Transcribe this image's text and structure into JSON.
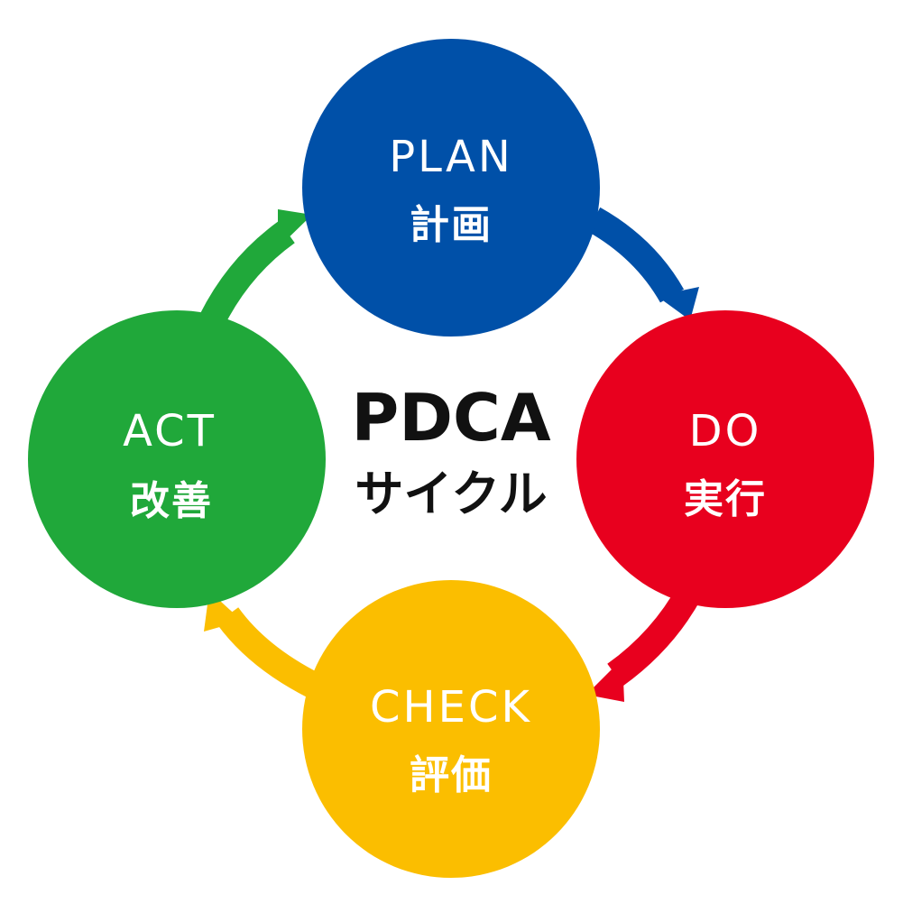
{
  "center": {
    "title": "PDCA",
    "subtitle": "サイクル"
  },
  "stages": {
    "plan": {
      "en": "PLAN",
      "jp": "計画",
      "color": "#0050A8"
    },
    "do": {
      "en": "DO",
      "jp": "実行",
      "color": "#E8001E"
    },
    "check": {
      "en": "CHECK",
      "jp": "評価",
      "color": "#FBBE00"
    },
    "act": {
      "en": "ACT",
      "jp": "改善",
      "color": "#20A83A"
    }
  },
  "arrows": {
    "plan_to_do": {
      "color": "#0050A8"
    },
    "do_to_check": {
      "color": "#E8001E"
    },
    "check_to_act": {
      "color": "#FBBE00"
    },
    "act_to_plan": {
      "color": "#20A83A"
    }
  }
}
